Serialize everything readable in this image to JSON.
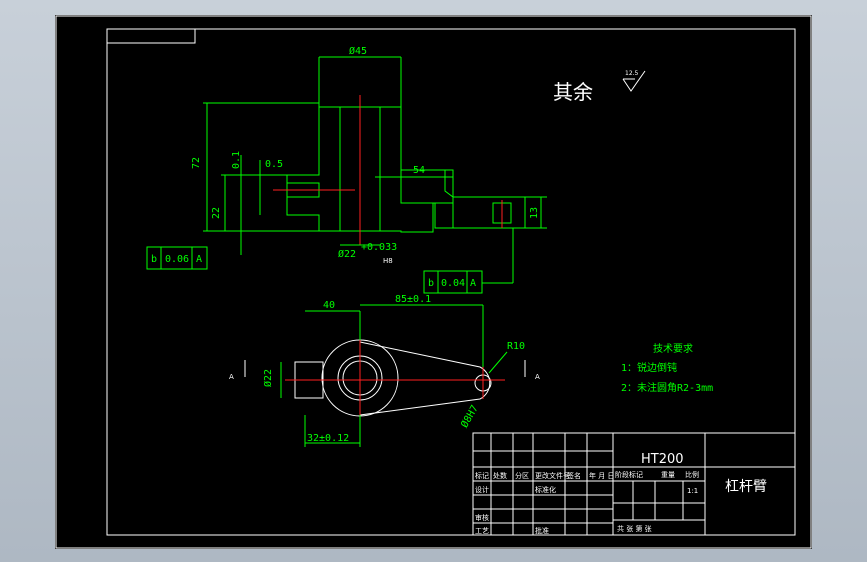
{
  "other_requirement": {
    "label": "其余",
    "roughness": "12.5"
  },
  "dims": {
    "d45": "Ø45",
    "d72": "72",
    "d01": "0.1",
    "d05": "0.5",
    "d54": "54",
    "d22": "22",
    "d13": "13",
    "d0_22": "Ø22",
    "tol_022": "+0.033",
    "h8": "H8",
    "d40": "40",
    "d85": "85±0.1",
    "r10": "R10",
    "d32": "32±0.12",
    "d022b": "Ø22",
    "d8": "Ø8H7",
    "a_left": "A",
    "a_right": "A"
  },
  "gdt": [
    {
      "sym": "b",
      "val": "0.06",
      "ref": "A"
    },
    {
      "sym": "b",
      "val": "0.04",
      "ref": "A"
    }
  ],
  "tech_req": {
    "title": "技术要求",
    "items": [
      "1：锐边倒钝",
      "2：未注圆角R2-3mm"
    ]
  },
  "title_block": {
    "material": "HT200",
    "part_name": "杠杆臂",
    "row_labels": [
      "标记",
      "处数",
      "分区",
      "更改文件号",
      "签名",
      "年 月 日"
    ],
    "design": "设计",
    "standard": "标准化",
    "review": "审核",
    "process": "工艺",
    "approve": "批准",
    "scale_labels": [
      "阶段标记",
      "重量",
      "比例"
    ],
    "scale": "1:1",
    "sheets": "共  张 第  张"
  }
}
